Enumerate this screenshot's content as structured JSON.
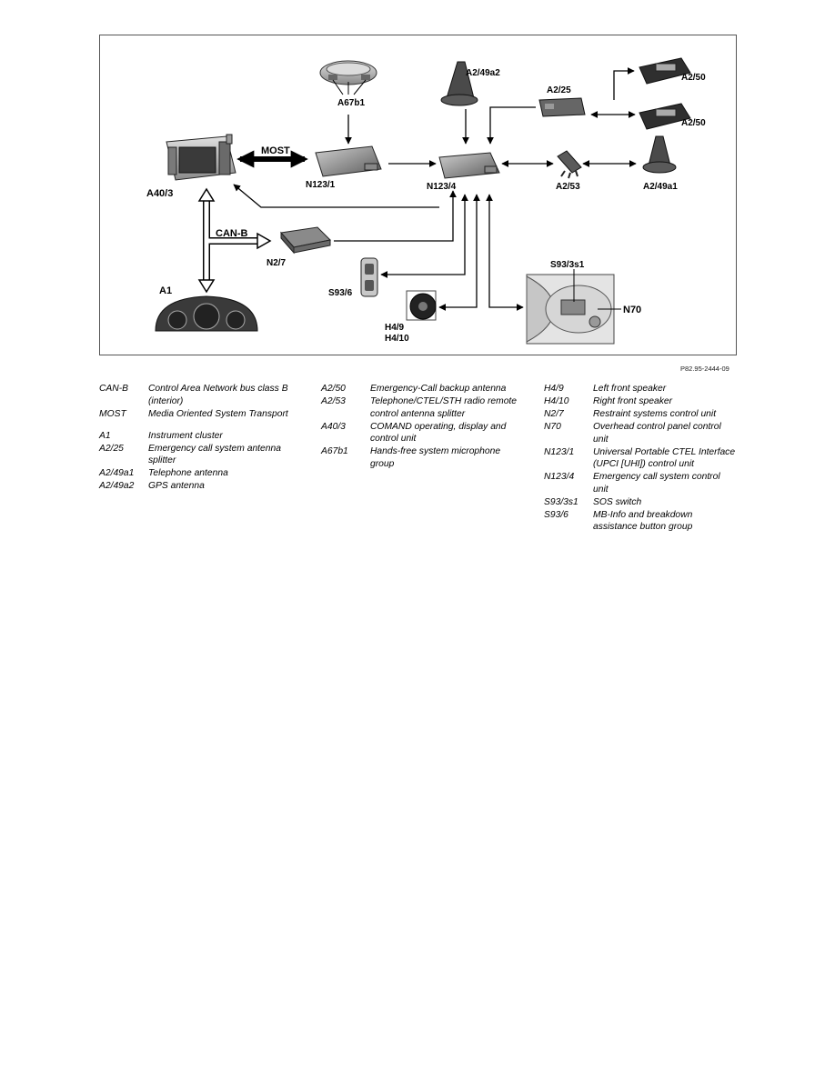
{
  "diagram": {
    "labels": {
      "a40_3": "A40/3",
      "most": "MOST",
      "a67b1": "A67b1",
      "n123_1": "N123/1",
      "a2_49a2": "A2/49a2",
      "n123_4": "N123/4",
      "a2_25": "A2/25",
      "a2_50_top": "A2/50",
      "a2_50_bottom": "A2/50",
      "a2_53": "A2/53",
      "a2_49a1": "A2/49a1",
      "can_b": "CAN-B",
      "n2_7": "N2/7",
      "a1": "A1",
      "s93_6": "S93/6",
      "h4_9": "H4/9",
      "h4_10": "H4/10",
      "s93_3s1": "S93/3s1",
      "n70": "N70"
    }
  },
  "figure_ref": "P82.95-2444-09",
  "legend": {
    "col1": [
      {
        "code": "CAN-B",
        "desc": "Control Area Network bus class B (interior)"
      },
      {
        "code": "MOST",
        "desc": "Media Oriented System Transport"
      },
      {
        "code": "A1",
        "desc": "Instrument cluster"
      },
      {
        "code": "A2/25",
        "desc": "Emergency call system antenna splitter"
      },
      {
        "code": "A2/49a1",
        "desc": "Telephone antenna"
      },
      {
        "code": "A2/49a2",
        "desc": "GPS antenna"
      }
    ],
    "col2": [
      {
        "code": "A2/50",
        "desc": "Emergency-Call backup antenna"
      },
      {
        "code": "A2/53",
        "desc": "Telephone/CTEL/STH radio remote control antenna splitter"
      },
      {
        "code": "A40/3",
        "desc": "COMAND operating, display and control unit"
      },
      {
        "code": "A67b1",
        "desc": "Hands-free system microphone group"
      }
    ],
    "col3": [
      {
        "code": "H4/9",
        "desc": "Left front speaker"
      },
      {
        "code": "H4/10",
        "desc": "Right front speaker"
      },
      {
        "code": "N2/7",
        "desc": "Restraint systems control unit"
      },
      {
        "code": "N70",
        "desc": "Overhead control panel control unit"
      },
      {
        "code": "N123/1",
        "desc": "Universal Portable CTEL Interface (UPCI [UHI]) control unit"
      },
      {
        "code": "N123/4",
        "desc": "Emergency call system control unit"
      },
      {
        "code": "S93/3s1",
        "desc": "SOS switch"
      },
      {
        "code": "S93/6",
        "desc": "MB-Info and breakdown assistance button group"
      }
    ]
  }
}
